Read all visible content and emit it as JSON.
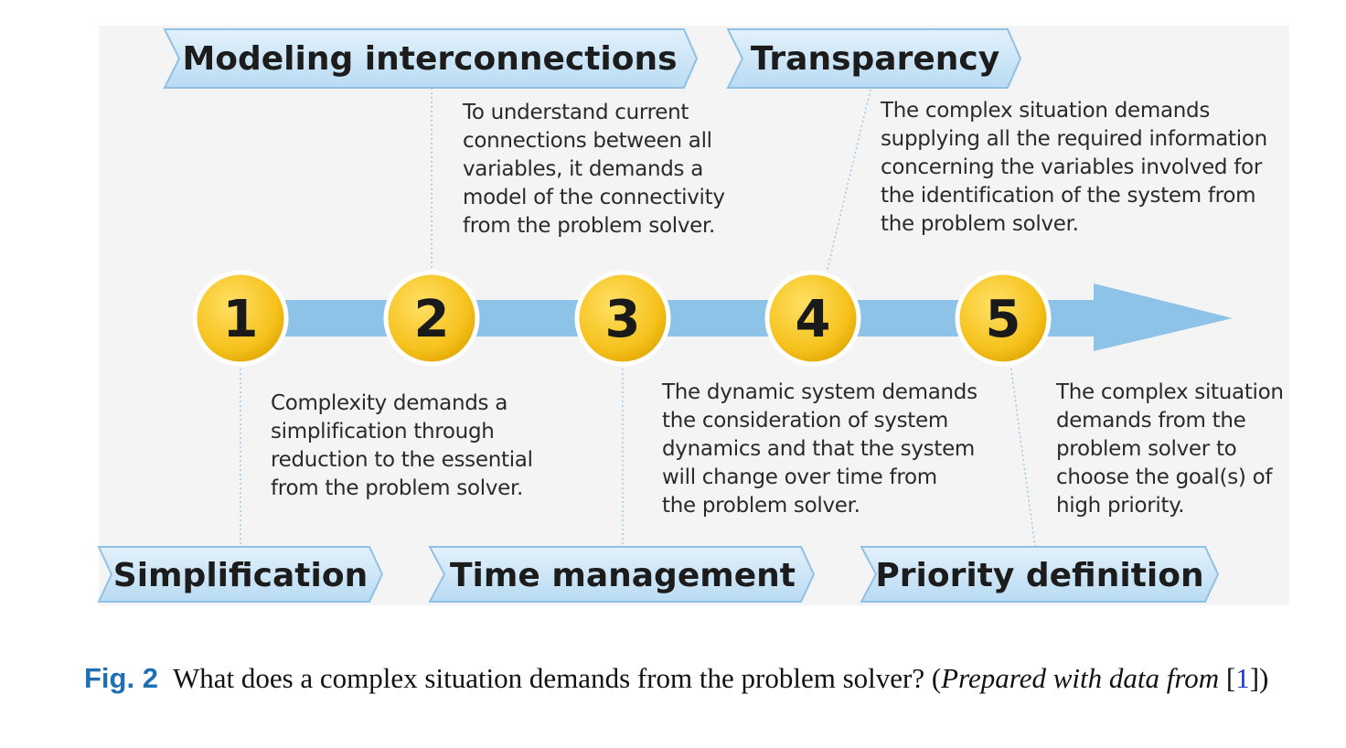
{
  "banners": {
    "modeling": "Modeling interconnections",
    "transparency": "Transparency",
    "simplification": "Simplification",
    "time": "Time management",
    "priority": "Priority definition"
  },
  "steps": [
    "1",
    "2",
    "3",
    "4",
    "5"
  ],
  "descriptions": {
    "modeling": "To understand current\nconnections between all\nvariables, it demands a\nmodel of the connectivity\nfrom the problem solver.",
    "transparency": "The complex situation demands\nsupplying all the required information\nconcerning the variables involved for\nthe identification of the system from\nthe problem solver.",
    "simplification": "Complexity demands a\nsimplification through\nreduction to the essential\nfrom the problem solver.",
    "time": "The dynamic system demands\nthe consideration of system\ndynamics and that the system\nwill change over time from\nthe problem solver.",
    "priority": "The complex situation\ndemands from the\nproblem solver to\nchoose the goal(s) of\nhigh priority."
  },
  "caption": {
    "label": "Fig. 2",
    "text": "What does a complex situation demands from the problem solver? (",
    "italic": "Prepared with data from",
    "ref_open": " [",
    "ref": "1",
    "ref_close": "])"
  },
  "colors": {
    "banner_fill": "#cfe6f7",
    "banner_stroke": "#8fc1e6",
    "arrow": "#8ec3e8",
    "circle": "#f6c21d",
    "circle_ring": "#ffffff",
    "connector": "#9cc8e8",
    "fig_label": "#1f6fb5",
    "ref": "#1a34c8"
  }
}
